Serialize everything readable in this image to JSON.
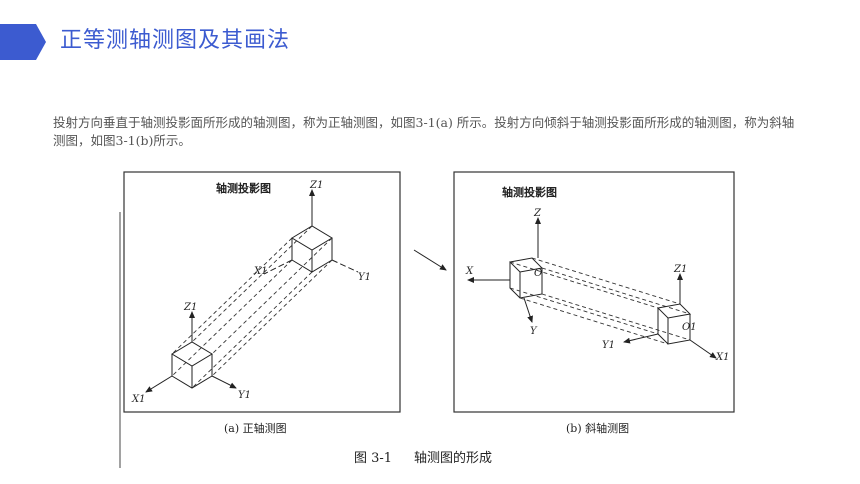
{
  "slide": {
    "title": "正等测轴测图及其画法",
    "accent_color": "#3c5bd0"
  },
  "body": {
    "paragraph": "投射方向垂直于轴测投影面所形成的轴测图，称为正轴测图，如图3-1(a) 所示。投射方向倾斜于轴测投影面所形成的轴测图，称为斜轴测图，如图3-1(b)所示。"
  },
  "figure": {
    "left_panel": {
      "heading": "轴测投影图",
      "caption": "(a) 正轴测图",
      "axis_labels": {
        "z_top": "Z1",
        "y_top": "Y1",
        "x_top": "X1",
        "z_bottom": "Z1",
        "y_bottom": "Y1",
        "x_bottom": "X1"
      }
    },
    "right_panel": {
      "heading": "轴测投影图",
      "caption": "(b) 斜轴测图",
      "axis_labels": {
        "z": "Z",
        "x": "X",
        "y": "Y",
        "o": "O",
        "z1": "Z1",
        "y1": "Y1",
        "x1": "X1",
        "o1": "O1"
      }
    },
    "caption_number": "图 3-1",
    "caption_text": "轴测图的形成"
  }
}
